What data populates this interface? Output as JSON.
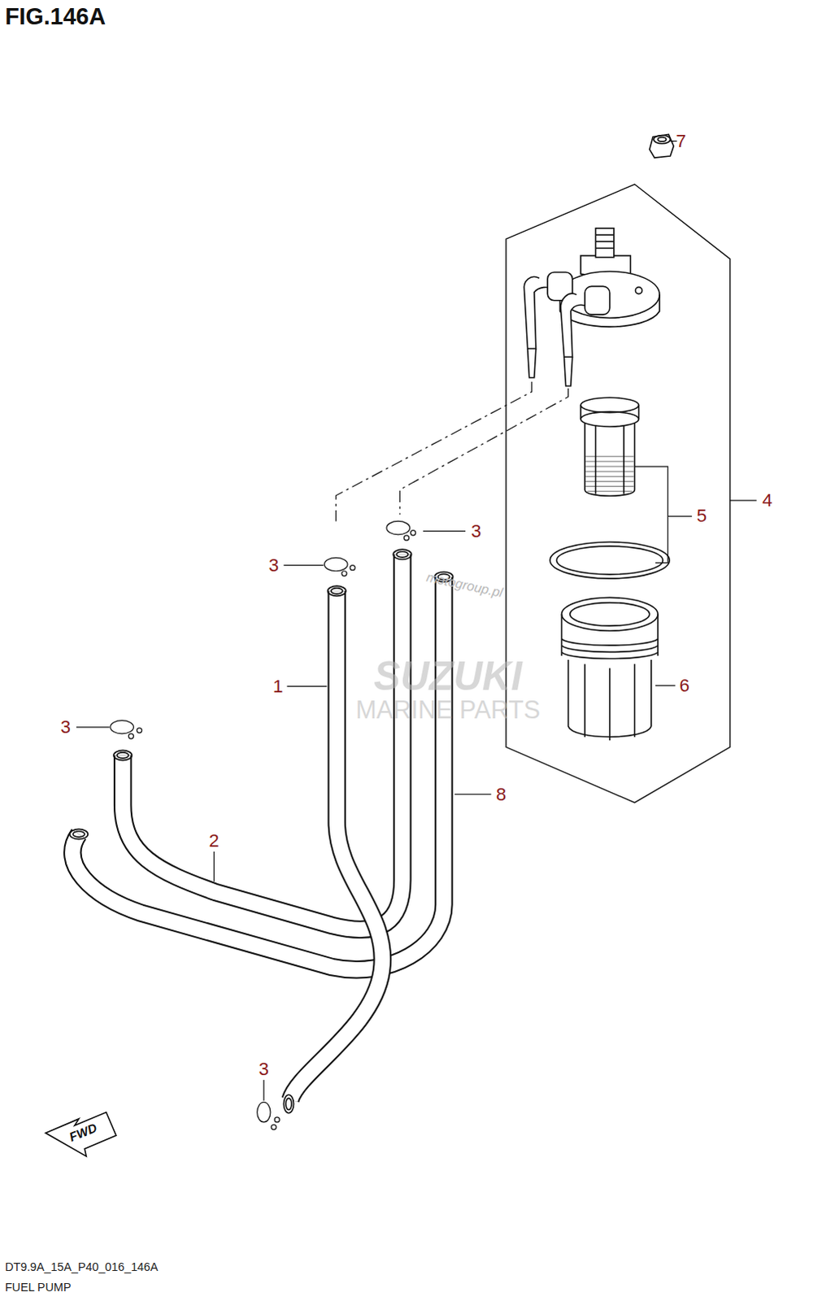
{
  "diagram": {
    "title": "FIG.146A",
    "caption": "FUEL PUMP",
    "labels": [
      "7",
      "4",
      "3",
      "5",
      "3",
      "1",
      "6",
      "3",
      "8",
      "2",
      "3",
      "DT9.9A_15A_P40_016_146A",
      "FWD",
      "motogroup.pl",
      "SUZUKI",
      "MARINE PARTS"
    ]
  }
}
